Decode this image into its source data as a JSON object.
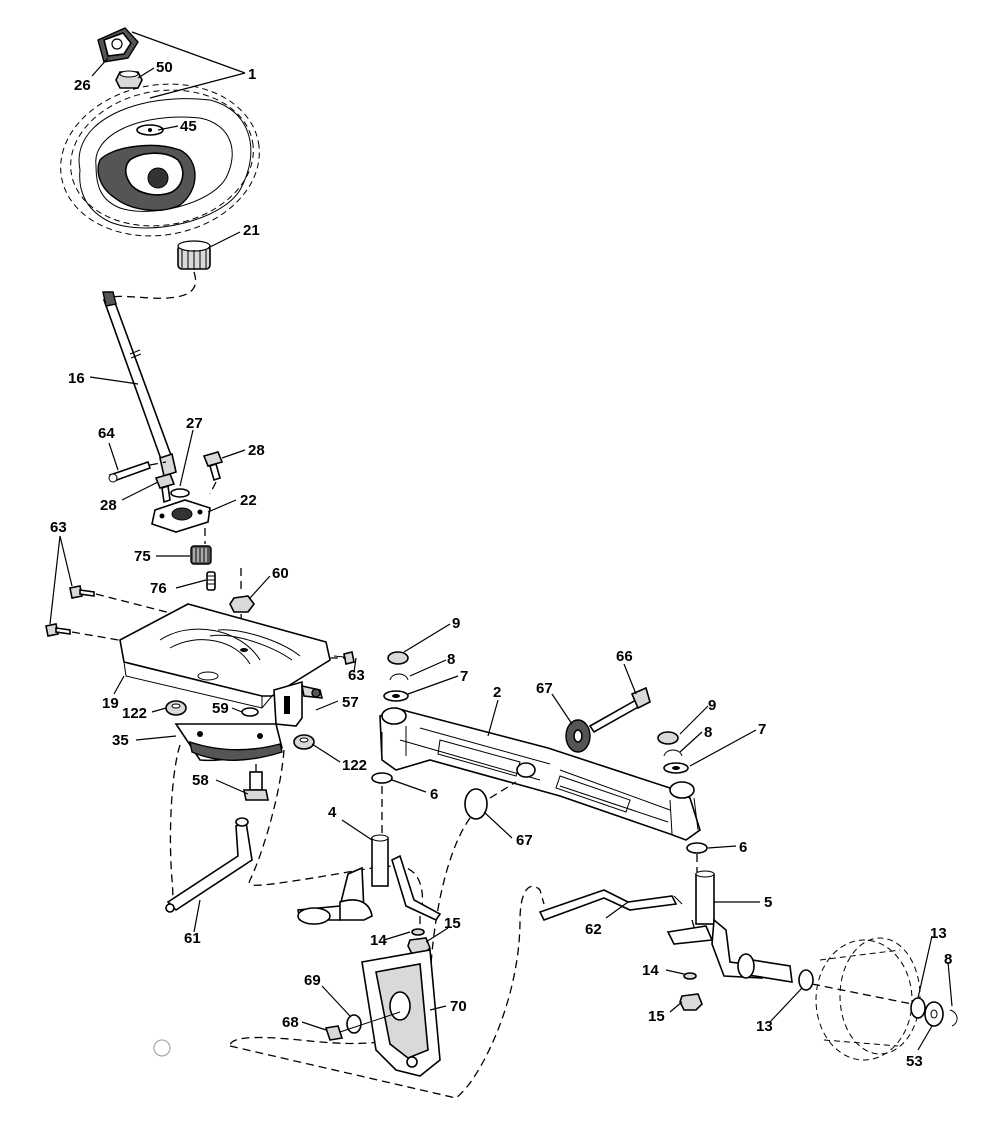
{
  "diagram": {
    "callouts": [
      "1",
      "26",
      "50",
      "45",
      "21",
      "16",
      "64",
      "27",
      "28",
      "28",
      "22",
      "63",
      "75",
      "76",
      "60",
      "9",
      "8",
      "7",
      "66",
      "67",
      "2",
      "63",
      "19",
      "122",
      "59",
      "57",
      "35",
      "122",
      "58",
      "6",
      "4",
      "67",
      "9",
      "8",
      "7",
      "6",
      "5",
      "61",
      "14",
      "15",
      "62",
      "14",
      "15",
      "13",
      "13",
      "8",
      "53",
      "69",
      "70",
      "68"
    ]
  }
}
